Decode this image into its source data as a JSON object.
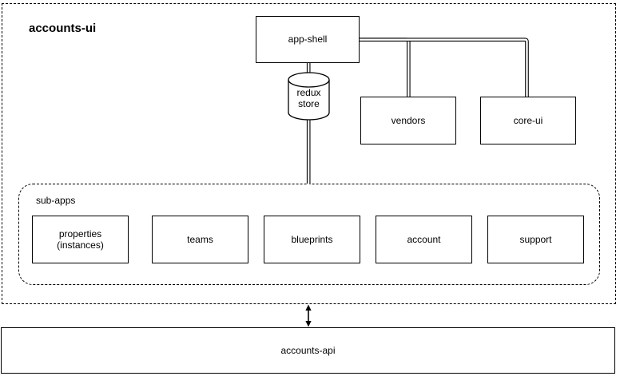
{
  "title": {
    "label": "accounts-ui"
  },
  "nodes": {
    "app_shell": {
      "label": "app-shell"
    },
    "redux_store": {
      "line1": "redux",
      "line2": "store"
    },
    "vendors": {
      "label": "vendors"
    },
    "core_ui": {
      "label": "core-ui"
    },
    "sub_apps": {
      "label": "sub-apps"
    },
    "properties": {
      "line1": "properties",
      "line2": "(instances)"
    },
    "teams": {
      "label": "teams"
    },
    "blueprints": {
      "label": "blueprints"
    },
    "account": {
      "label": "account"
    },
    "support": {
      "label": "support"
    },
    "accounts_api": {
      "label": "accounts-api"
    }
  },
  "edges": [
    {
      "from": "app-shell",
      "to": "redux-store",
      "style": "double-line"
    },
    {
      "from": "redux-store",
      "to": "sub-apps",
      "style": "double-line"
    },
    {
      "from": "app-shell",
      "to": "vendors",
      "style": "double-line"
    },
    {
      "from": "app-shell",
      "to": "core-ui",
      "style": "double-line"
    },
    {
      "from": "accounts-ui",
      "to": "accounts-api",
      "style": "double-headed-arrow"
    }
  ],
  "colors": {
    "stroke": "#000000",
    "background": "#ffffff",
    "text": "#000000"
  }
}
